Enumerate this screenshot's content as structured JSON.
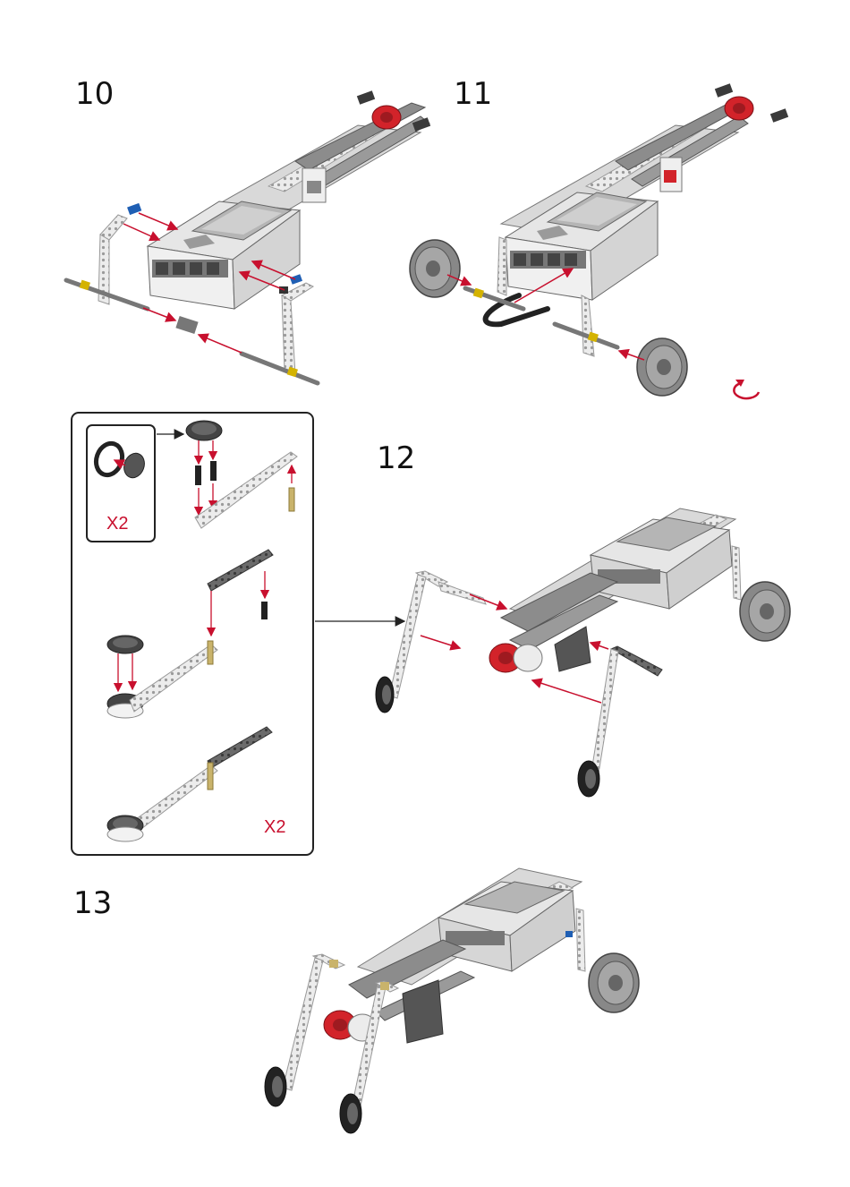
{
  "steps": [
    {
      "number": "10"
    },
    {
      "number": "11"
    },
    {
      "number": "12"
    },
    {
      "number": "13"
    }
  ],
  "subassembly": {
    "inner_multiplier": "X2",
    "outer_multiplier": "X2"
  },
  "colors": {
    "arrow": "#c8102e",
    "beam_light": "#e8e8e8",
    "beam_grey": "#8a8a8a",
    "dark": "#3a3a3a",
    "motor_red": "#d2232a",
    "pin_blue": "#1f5fb4",
    "axle_yellow": "#d4b300"
  },
  "icons": {
    "rotate": "rotate-icon"
  }
}
